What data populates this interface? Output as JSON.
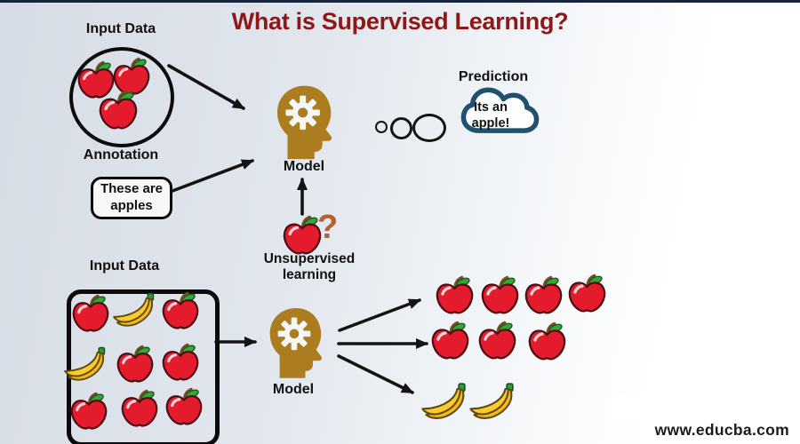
{
  "page": {
    "title": "What is Supervised Learning?",
    "watermark": "www.educba.com"
  },
  "colors": {
    "title_red": "#8E1717",
    "model_gold": "#AB7D1E",
    "cloud_navy": "#20506E",
    "apple_red": "#E41B2C",
    "banana_yellow": "#FBCB2E",
    "question_brown": "#B5622F",
    "arrow_black": "#141414"
  },
  "supervised": {
    "input_label": "Input Data",
    "input_items": [
      "apple",
      "apple",
      "apple"
    ],
    "annotation_label": "Annotation",
    "annotation_line1": "These are",
    "annotation_line2": "apples",
    "model_label": "Model",
    "thought_bubble_count": 3,
    "prediction_label": "Prediction",
    "cloud_line1": "Its an",
    "cloud_line2": "apple!"
  },
  "unsupervised": {
    "item": "apple",
    "question_mark": "?",
    "label": "Unsupervised learning"
  },
  "bottom": {
    "input_label": "Input Data",
    "input_grid": [
      [
        "apple",
        "banana",
        "apple"
      ],
      [
        "banana",
        "apple",
        "apple"
      ],
      [
        "apple",
        "apple",
        "apple"
      ]
    ],
    "model_label": "Model",
    "outputs": [
      {
        "type": "apple",
        "count": 4
      },
      {
        "type": "apple",
        "count": 3
      },
      {
        "type": "banana",
        "count": 2
      }
    ]
  }
}
